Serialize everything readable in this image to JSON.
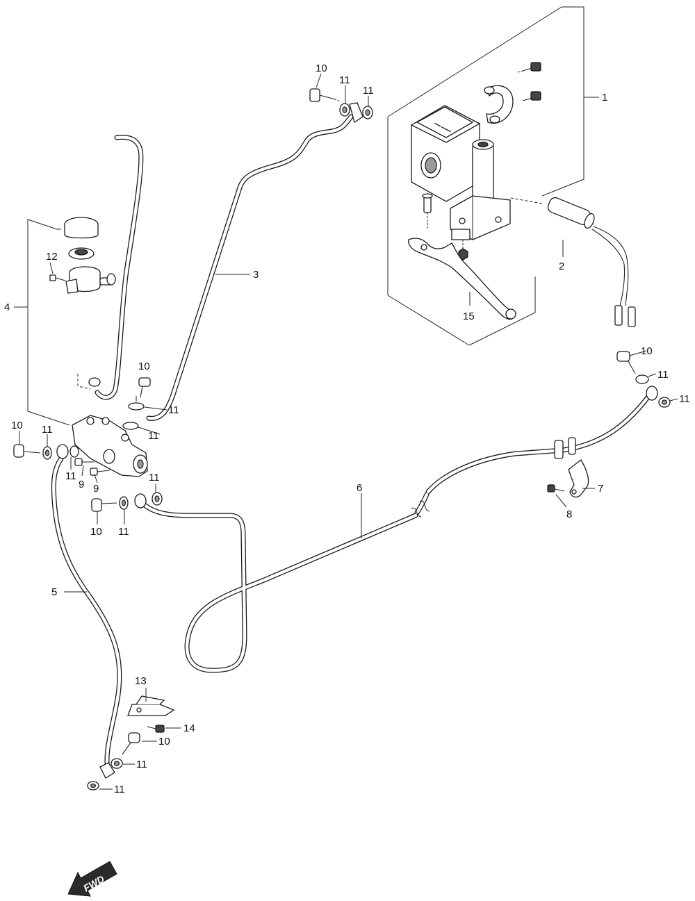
{
  "parts": {
    "p1": "1",
    "p2": "2",
    "p3": "3",
    "p4": "4",
    "p5": "5",
    "p6": "6",
    "p7": "7",
    "p8": "8",
    "p9": "9",
    "p10": "10",
    "p11": "11",
    "p12": "12",
    "p13": "13",
    "p14": "14",
    "p15": "15"
  },
  "fwd_label": "FWD",
  "colors": {
    "line": "#222222",
    "part_fill": "#ffffff",
    "shade": "#9a9a9a"
  }
}
